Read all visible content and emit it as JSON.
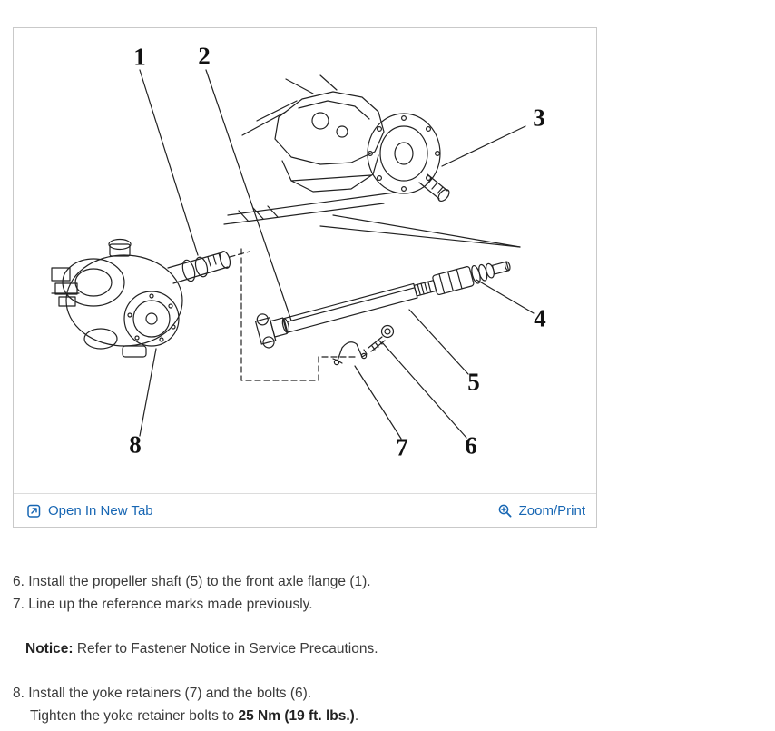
{
  "viewer": {
    "toolbar": {
      "open_in_new_tab_label": "Open In New Tab",
      "zoom_print_label": "Zoom/Print"
    },
    "diagram": {
      "callouts": [
        "1",
        "2",
        "3",
        "4",
        "5",
        "6",
        "7",
        "8"
      ]
    },
    "link_color": "#1766b3"
  },
  "instructions": {
    "step6": "6. Install the propeller shaft (5) to the front axle flange (1).",
    "step7": "7. Line up the reference marks made previously.",
    "notice_label": "Notice:",
    "notice_rest": " Refer to Fastener Notice in Service Precautions.",
    "step8": "8. Install the yoke retainers (7) and the bolts (6).",
    "torque_prefix": "Tighten the yoke retainer bolts to ",
    "torque_bold": "25 Nm (19 ft. lbs.)",
    "torque_suffix": "."
  }
}
